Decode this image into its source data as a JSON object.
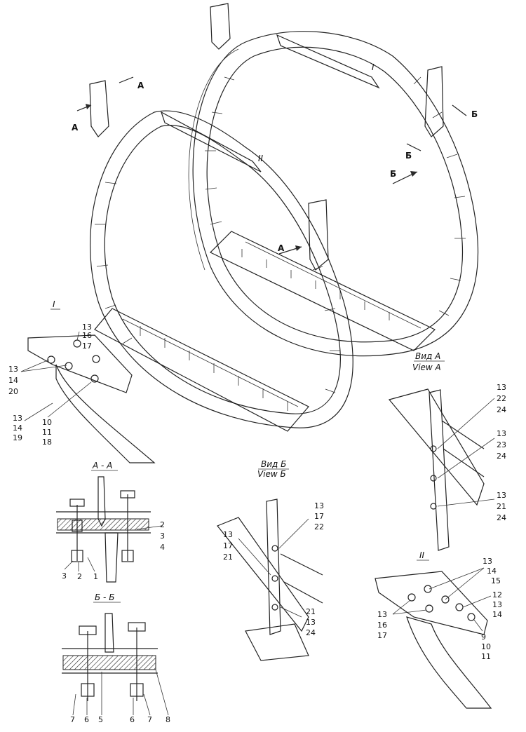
{
  "assembly_sections": {
    "section_a": "A",
    "section_b": "Б",
    "detail_1": "I",
    "detail_2": "II"
  },
  "views": {
    "view_a_ru": "Вид A",
    "view_a_en": "View A",
    "view_b_ru": "Вид Б",
    "view_b_en": "View Б"
  },
  "section_titles": {
    "aa": "A - A",
    "bb": "Б - Б"
  },
  "detail_1": {
    "title": "I",
    "callouts": [
      "13",
      "16",
      "17",
      "13",
      "14",
      "20",
      "13",
      "14",
      "19",
      "10",
      "11",
      "18"
    ]
  },
  "detail_2": {
    "title": "II",
    "callouts": [
      "13",
      "14",
      "15",
      "12",
      "13",
      "14",
      "13",
      "16",
      "17",
      "9",
      "10",
      "11"
    ]
  },
  "view_a_callouts": [
    "13",
    "22",
    "24",
    "13",
    "23",
    "24",
    "13",
    "21",
    "24"
  ],
  "view_b_callouts": [
    "13",
    "17",
    "22",
    "13",
    "17",
    "21",
    "21",
    "13",
    "24"
  ],
  "section_aa_callouts": [
    "2",
    "3",
    "4",
    "3",
    "2",
    "1"
  ],
  "section_bb_callouts": [
    "7",
    "6",
    "5",
    "6",
    "7",
    "8"
  ],
  "icons": {
    "frame_icon": "helicopter-frame-ring",
    "bolt_icon": "hex-bolt"
  }
}
